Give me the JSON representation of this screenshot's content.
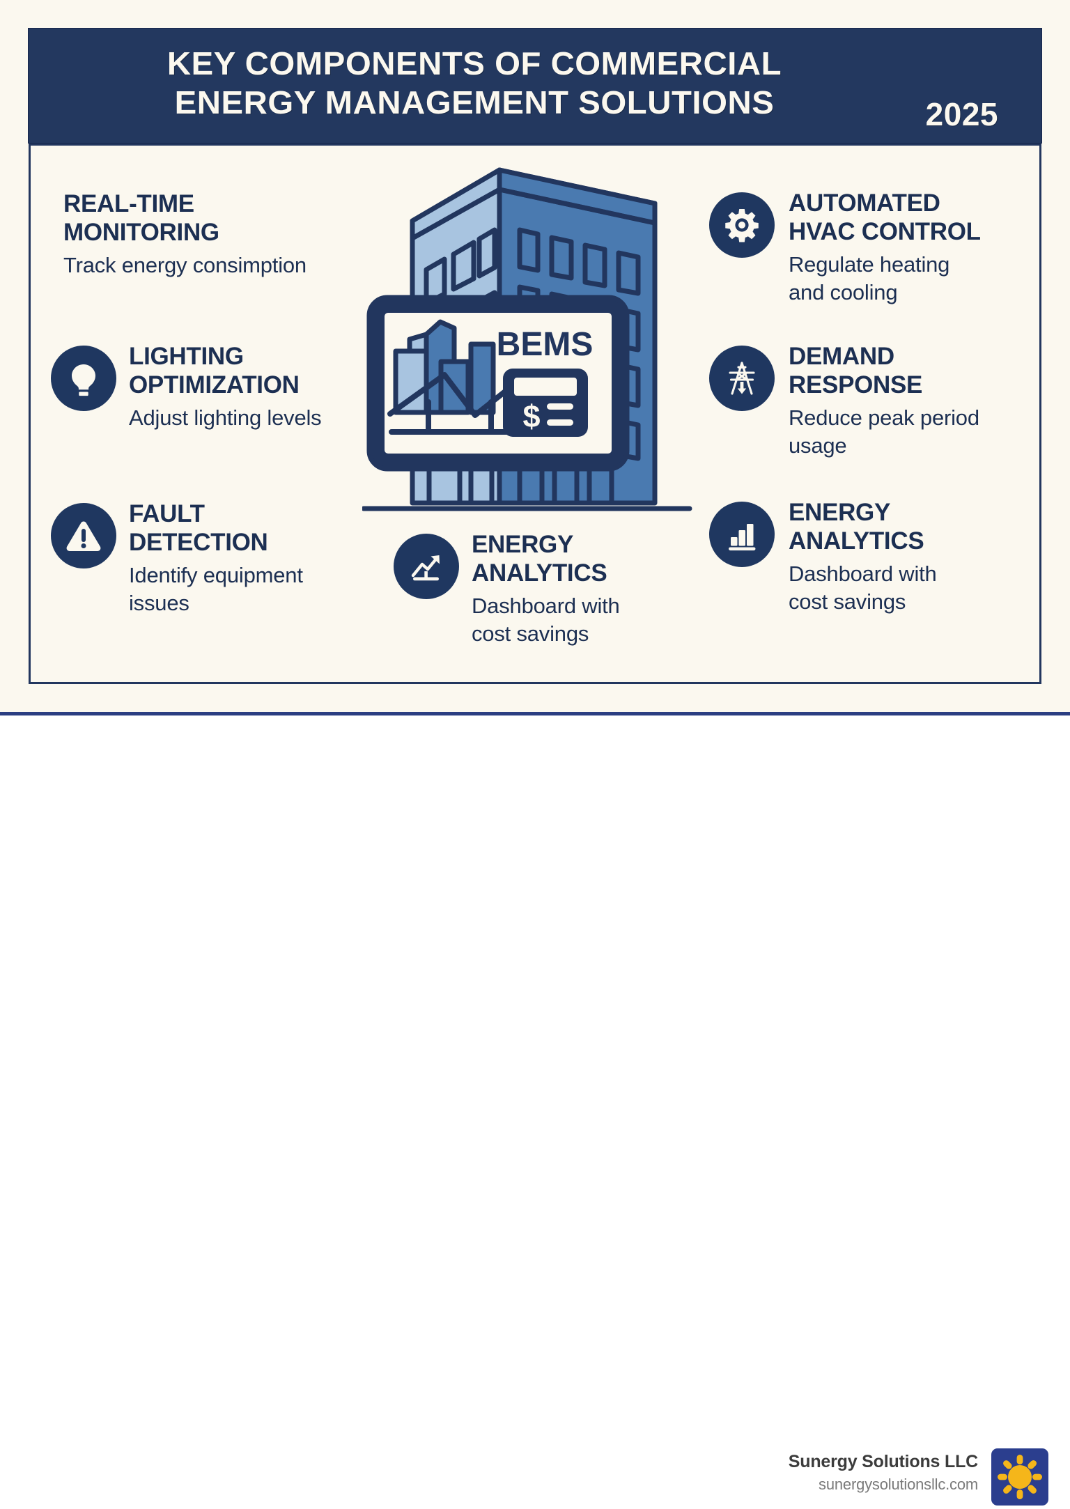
{
  "header": {
    "title_line1": "KEY COMPONENTS OF COMMERCIAL",
    "title_line2": "ENERGY MANAGEMENT SOLUTIONS",
    "year": "2025"
  },
  "colors": {
    "navy": "#23385F",
    "icon_navy": "#1F3760",
    "text_navy": "#1C2F52",
    "cream": "#FBF8EF",
    "building_light": "#A8C4E0",
    "building_mid": "#4A7AB0",
    "rule_blue": "#2B3E82",
    "logo_bg": "#2B3E8E",
    "logo_sun": "#F5B61A"
  },
  "features": {
    "monitoring": {
      "title": "REAL-TIME\nMONITORING",
      "desc": "Track energy consimption",
      "icon": "none"
    },
    "lighting": {
      "title": "LIGHTING\nOPTIMIZATION",
      "desc": "Adjust lighting levels",
      "icon": "lightbulb-icon"
    },
    "fault": {
      "title": "FAULT\nDETECTION",
      "desc": "Identify equipment\nissues",
      "icon": "warning-triangle-icon"
    },
    "hvac": {
      "title": "AUTOMATED\nHVAC CONTROL",
      "desc": "Regulate heating\nand cooling",
      "icon": "gear-icon"
    },
    "demand": {
      "title": "DEMAND\nRESPONSE",
      "desc": "Reduce peak period\nusage",
      "icon": "power-tower-icon"
    },
    "analytics_right": {
      "title": "ENERGY\nANALYTICS",
      "desc": "Dashboard with\ncost savings",
      "icon": "bar-chart-icon"
    },
    "analytics_center": {
      "title": "ENERGY\nANALYTICS",
      "desc": "Dashboard with\ncost savings",
      "icon": "trending-up-icon"
    }
  },
  "illustration": {
    "screen_label": "BEMS",
    "elements": [
      "office-building",
      "monitor-screen",
      "bar-chart",
      "calculator",
      "dollar-sign"
    ]
  },
  "footer": {
    "company": "Sunergy Solutions LLC",
    "website": "sunergysolutionsllc.com",
    "logo": "sun-logo-icon"
  }
}
